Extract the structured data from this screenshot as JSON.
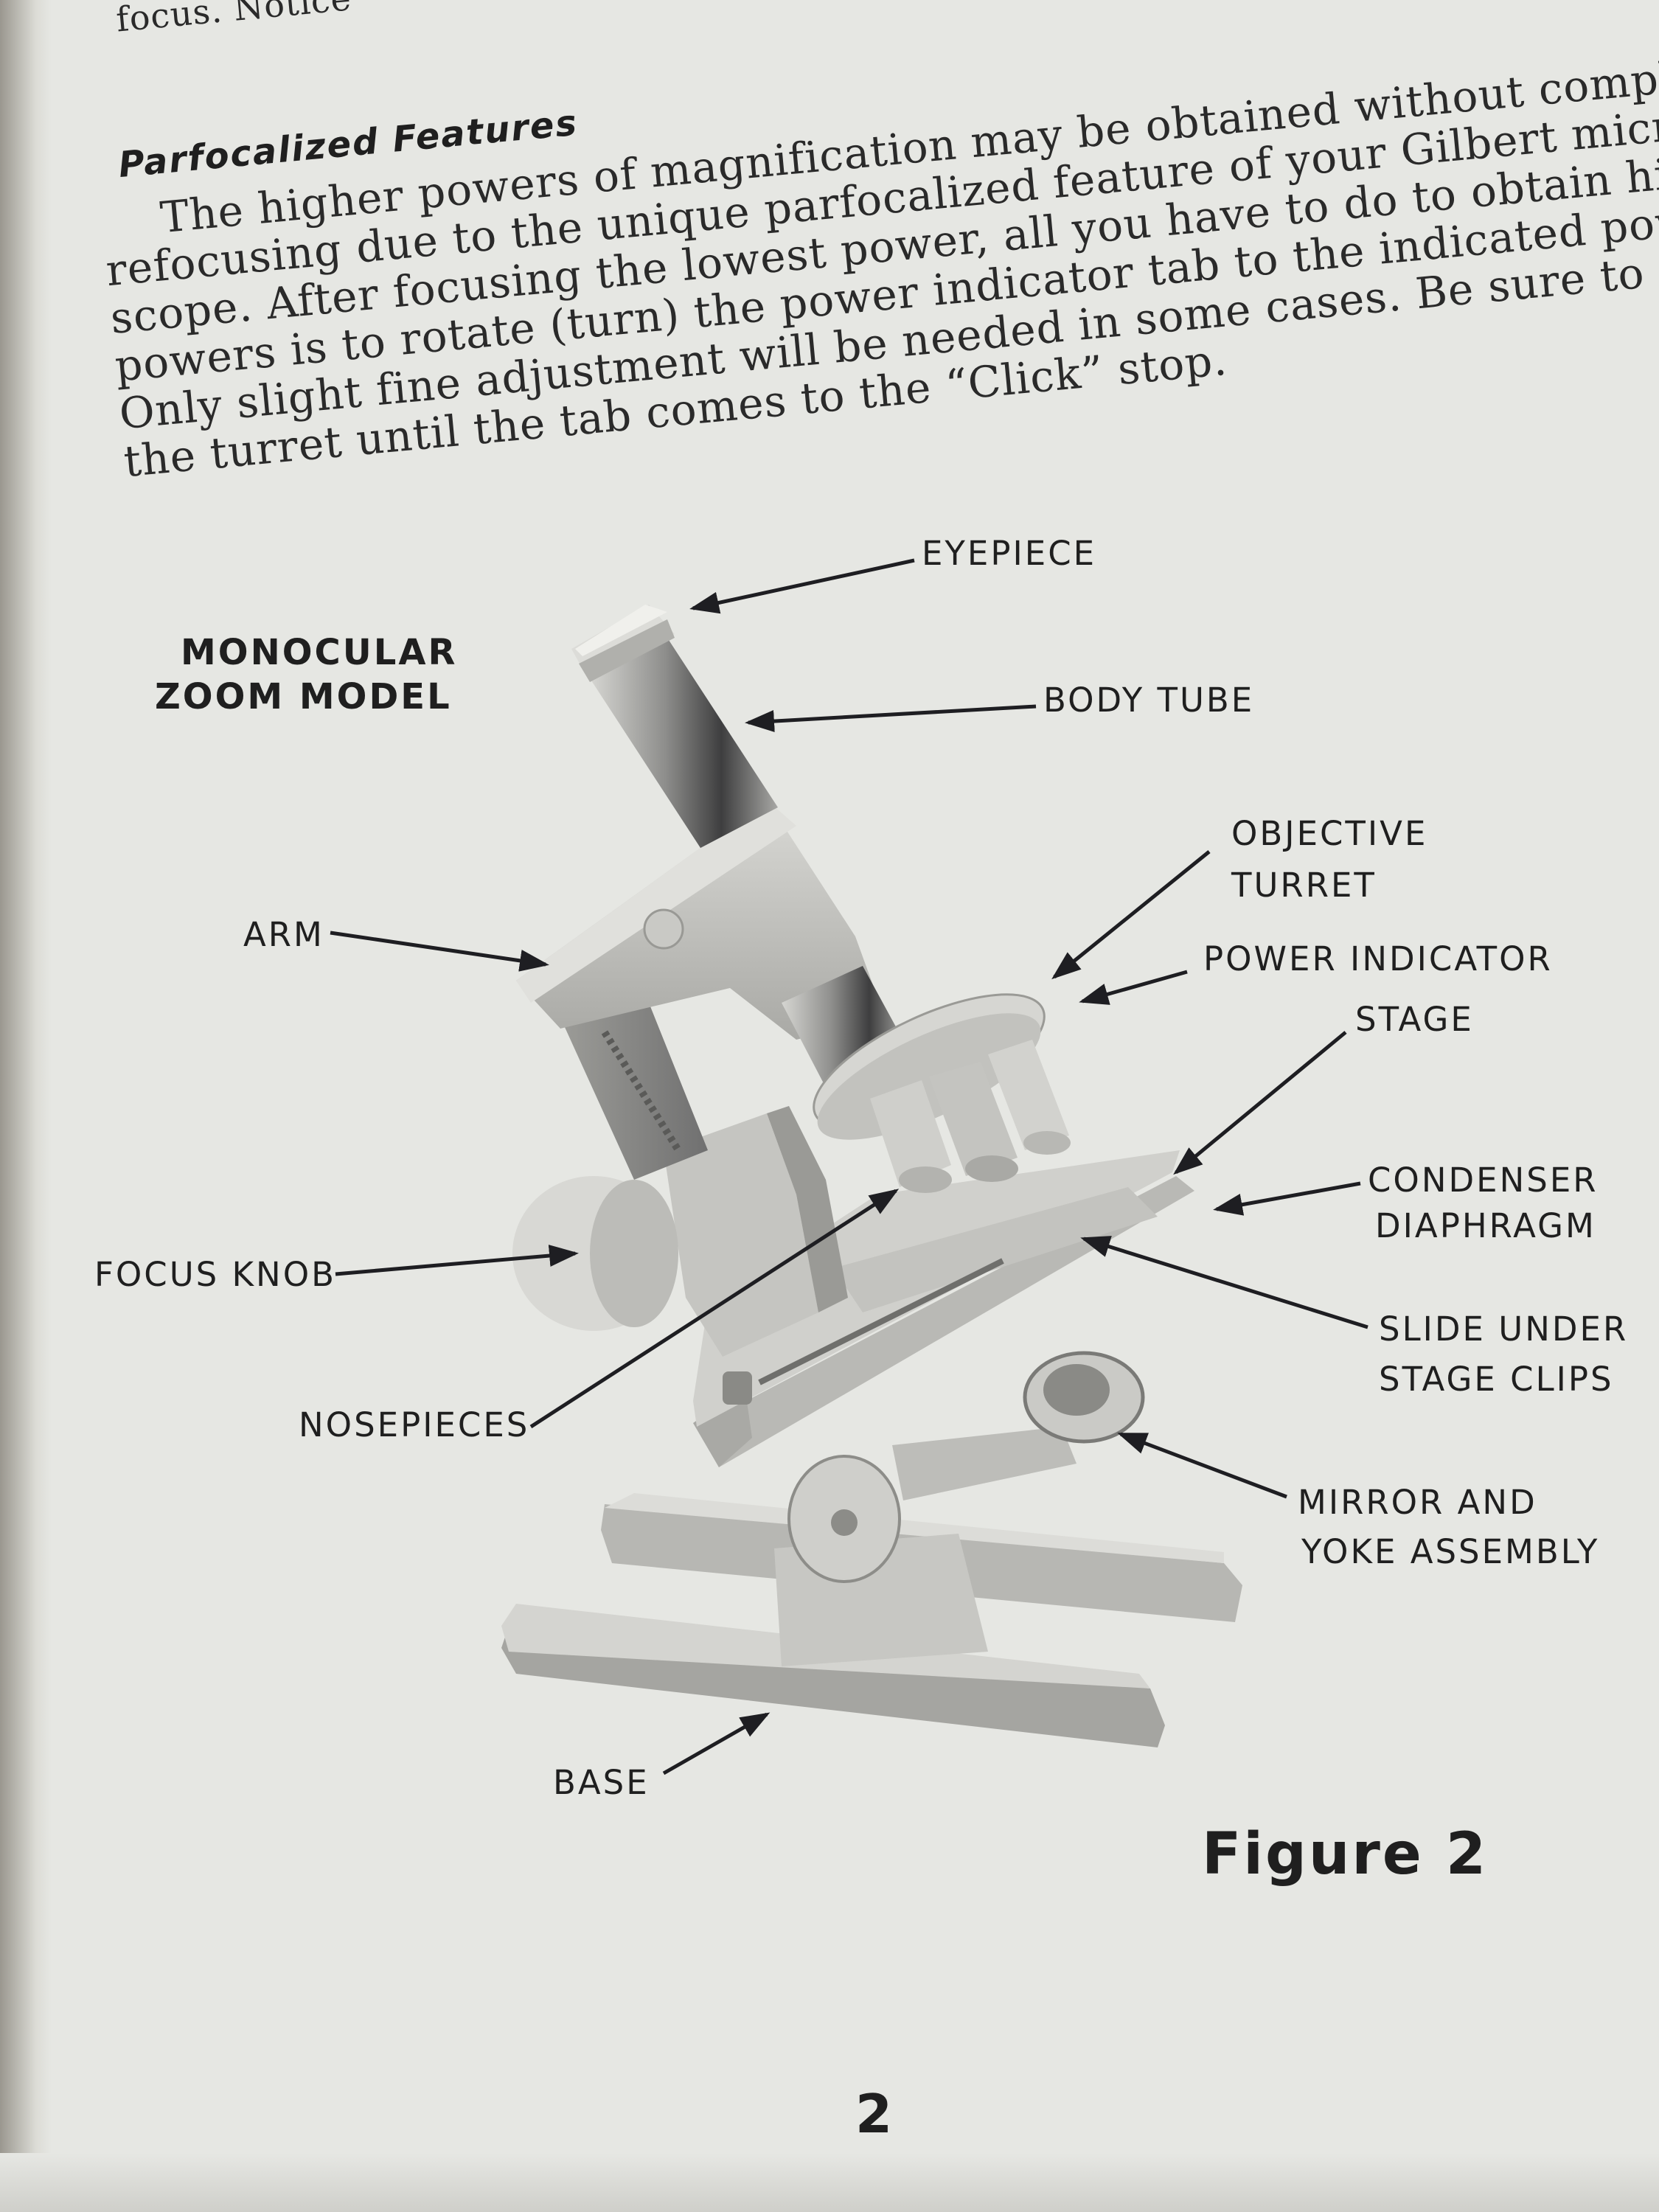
{
  "top_fragment": "focus. Notice",
  "heading": "Parfocalized Features",
  "paragraph_lines": [
    "The higher powers of magnification may be obtained without comple",
    "refocusing due to the unique parfocalized feature of your Gilbert micr",
    "scope. After focusing the lowest power, all you have to do to obtain high",
    "powers is to rotate (turn) the power indicator tab to the indicated pow",
    "Only slight fine adjustment will be needed in some cases. Be sure to tu",
    "the turret until the tab comes to the “Click” stop."
  ],
  "diagram": {
    "model_title": [
      "MONOCULAR",
      "ZOOM MODEL"
    ],
    "labels": {
      "eyepiece": "EYEPIECE",
      "body_tube": "BODY TUBE",
      "objective_turret": [
        "OBJECTIVE",
        "TURRET"
      ],
      "power_indicator": "POWER INDICATOR",
      "stage": "STAGE",
      "condenser_diaphragm": [
        "CONDENSER",
        "DIAPHRAGM"
      ],
      "slide_under_stage_clips": [
        "SLIDE UNDER",
        "STAGE CLIPS"
      ],
      "mirror_yoke": [
        "MIRROR AND",
        "YOKE ASSEMBLY"
      ],
      "arm": "ARM",
      "focus_knob": "FOCUS KNOB",
      "nosepieces": "NOSEPIECES",
      "base": "BASE"
    }
  },
  "figure_caption": "Figure 2",
  "page_number": "2"
}
